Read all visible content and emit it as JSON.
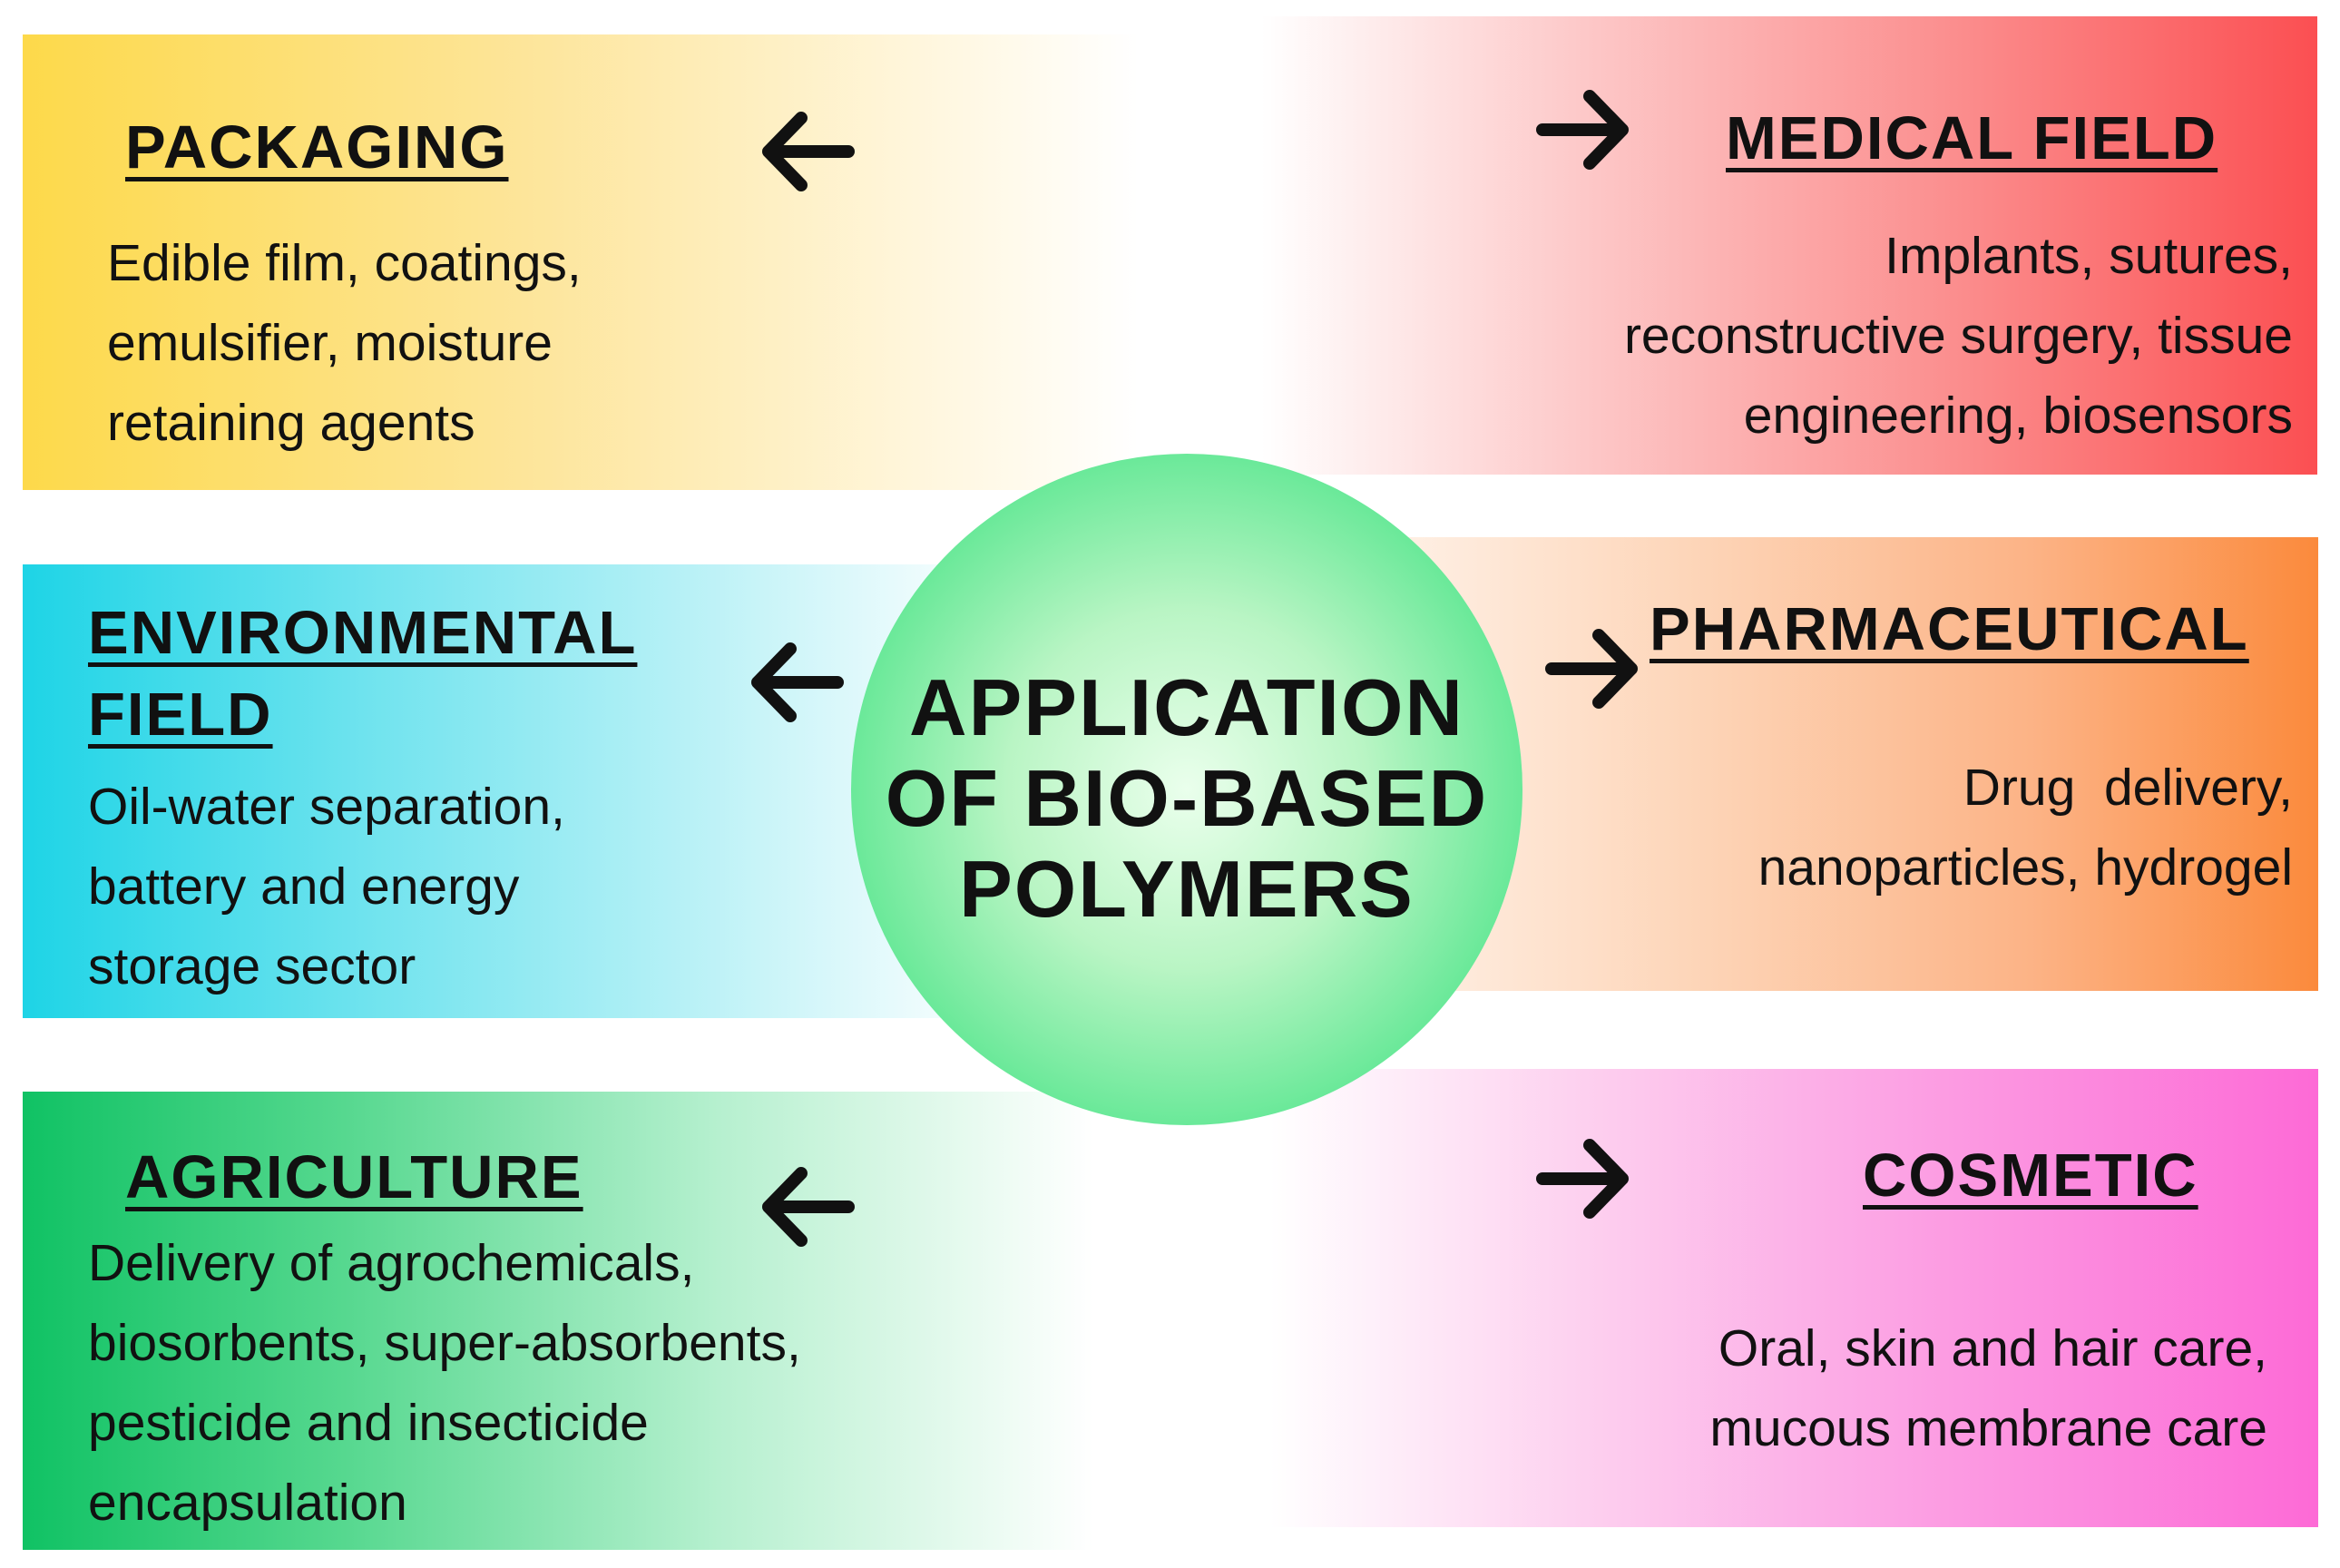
{
  "center": {
    "lines": [
      "APPLICATION",
      "OF BIO-BASED",
      "POLYMERS"
    ]
  },
  "colors": {
    "packaging": "#fdd94a",
    "medical": "#fb4f52",
    "environmental": "#1ed4e6",
    "pharmaceutical": "#fb8a3c",
    "agriculture": "#10c264",
    "cosmetic": "#fd6ad6",
    "center": "#19dc78"
  },
  "packaging": {
    "title": "PACKAGING",
    "lines": [
      "Edible film, coatings,",
      "emulsifier, moisture",
      "retaining agents"
    ],
    "arrow_icon": "arrow-left-icon"
  },
  "medical": {
    "title": "MEDICAL FIELD",
    "lines": [
      "Implants, sutures,",
      "reconstructive surgery, tissue",
      "engineering, biosensors"
    ],
    "arrow_icon": "arrow-right-icon"
  },
  "environmental": {
    "title_lines": [
      "ENVIRONMENTAL",
      "FIELD"
    ],
    "lines": [
      "Oil-water separation,",
      "battery and energy",
      "storage sector"
    ],
    "arrow_icon": "arrow-left-icon"
  },
  "pharmaceutical": {
    "title": "PHARMACEUTICAL",
    "lines": [
      "Drug  delivery,",
      "nanoparticles, hydrogel"
    ],
    "arrow_icon": "arrow-right-icon"
  },
  "agriculture": {
    "title": "AGRICULTURE",
    "lines": [
      "Delivery of agrochemicals,",
      "biosorbents, super-absorbents,",
      "pesticide and insecticide",
      "encapsulation"
    ],
    "arrow_icon": "arrow-left-icon"
  },
  "cosmetic": {
    "title": "COSMETIC",
    "lines": [
      "Oral, skin and hair care,",
      "mucous membrane care"
    ],
    "arrow_icon": "arrow-right-icon"
  }
}
